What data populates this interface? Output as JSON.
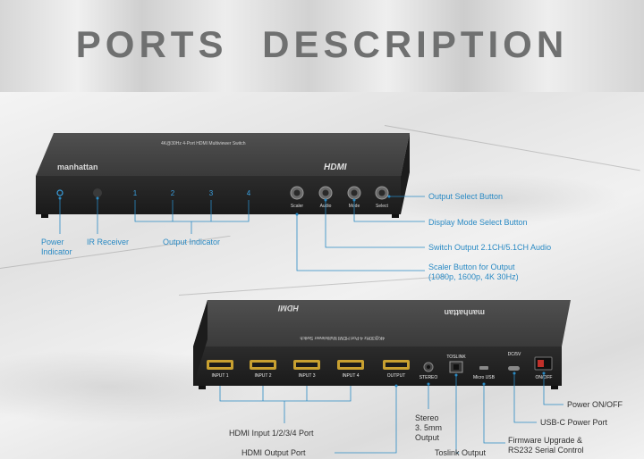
{
  "title": "PORTS   DESCRIPTION",
  "front": {
    "model_text": "4K@30Hz 4-Port HDMI Multiviewer Switch",
    "brand": "manhattan",
    "hdmi_logo": "HDMI",
    "indicators": [
      "1",
      "2",
      "3",
      "4"
    ],
    "buttons": [
      "Scaler",
      "Audio",
      "Mode",
      "Select"
    ],
    "labels": {
      "power": "Power\nIndicator",
      "ir": "IR Receiver",
      "output_indicator": "Output Indicator",
      "output_select": "Output Select Button",
      "display_mode": "Display Mode Select Button",
      "switch_audio": "Switch Output 2.1CH/5.1CH Audio",
      "scaler": "Scaler Button for Output\n(1080p, 1600p, 4K 30Hz)"
    }
  },
  "back": {
    "model_text": "4K@30Hz 4-Port HDMI Multiviewer Switch",
    "brand": "manhattan",
    "hdmi_logo": "HDMI",
    "ports": [
      "INPUT 1",
      "INPUT 2",
      "INPUT 3",
      "INPUT 4",
      "OUTPUT"
    ],
    "stereo": "STEREO",
    "toslink": "TOSLINK",
    "micro_usb": "Micro USB",
    "dc": "DC/5V",
    "onoff": "ON/OFF",
    "labels": {
      "hdmi_input": "HDMI  Input 1/2/3/4 Port",
      "hdmi_output": "HDMI Output Port",
      "stereo": "Stereo\n3. 5mm\nOutput",
      "toslink": "Toslink Output",
      "firmware": "Firmware Upgrade &\nRS232 Serial Control",
      "usbc": "USB-C Power Port",
      "power": "Power ON/OFF"
    }
  },
  "colors": {
    "accent": "#2a8ac4",
    "device": "#2b2b2b",
    "title": "#6f7070"
  }
}
